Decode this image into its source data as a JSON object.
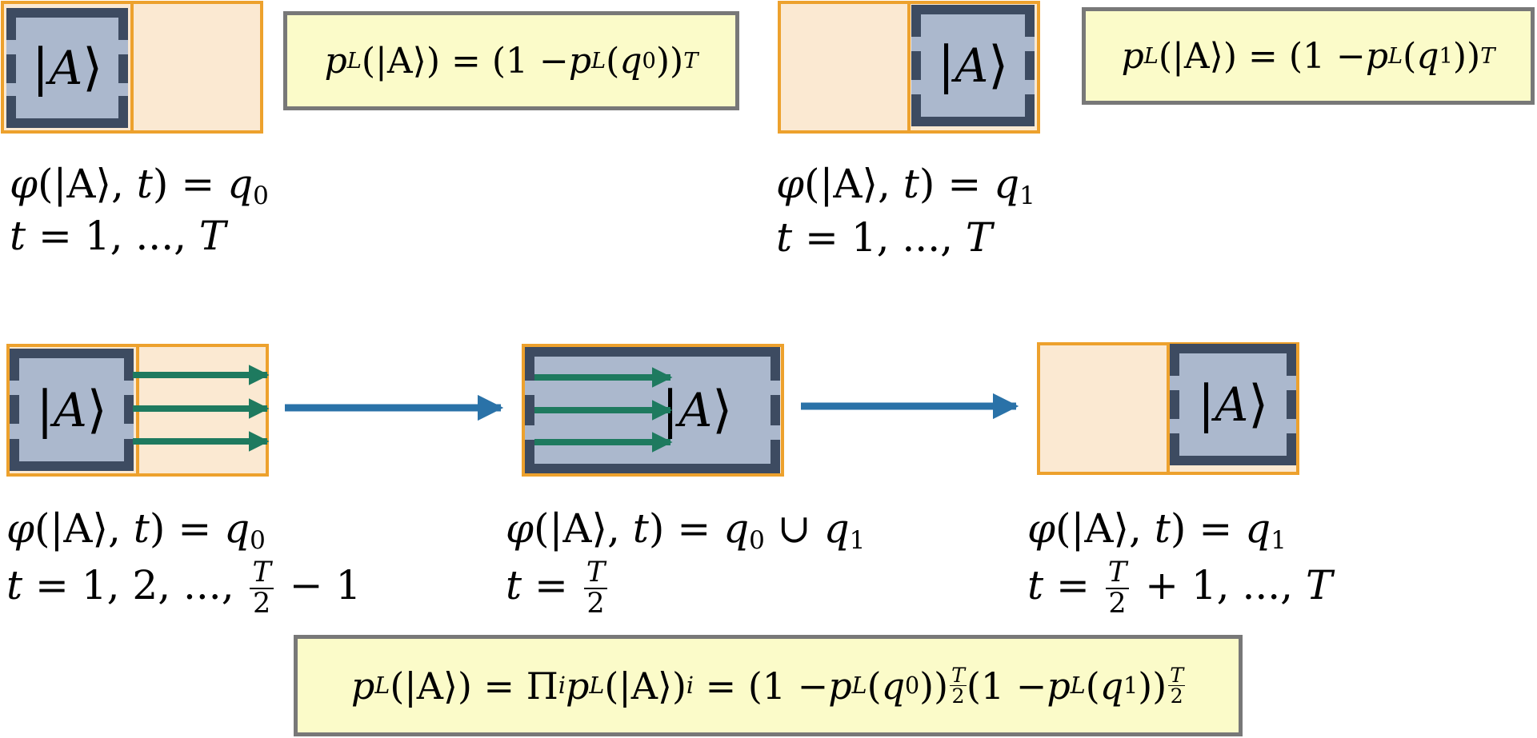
{
  "colors": {
    "half_fill": "#fbe9d2",
    "half_border": "#eda12d",
    "qubit_fill": "#abb8cd",
    "qubit_edge": "#3d4b61",
    "note_fill": "#fbfbc9",
    "note_border": "#787878",
    "green_arrow": "#1e7a5f",
    "blue_arrow": "#2a72a8"
  },
  "ket": {
    "pre": "|",
    "sym": "A",
    "post": "⟩"
  },
  "labels": {
    "phi": "φ",
    "ket_a": "|A⟩",
    "t": "t",
    "q": "q",
    "T": "T",
    "eq": "=",
    "one_to_T": "1, ..., ",
    "one_two_to": "1, 2, ..., ",
    "minus_one": "− 1",
    "plus_one_to": "+ 1, ..., ",
    "cup": "∪",
    "two": "2",
    "sub0": "0",
    "sub1": "1"
  },
  "formulas": {
    "p_L": "p",
    "sub_L": "L",
    "one_minus": "(1 − ",
    "open_paren": "(",
    "close_paren": ")",
    "Pi": "Π",
    "sub_i": "i"
  }
}
